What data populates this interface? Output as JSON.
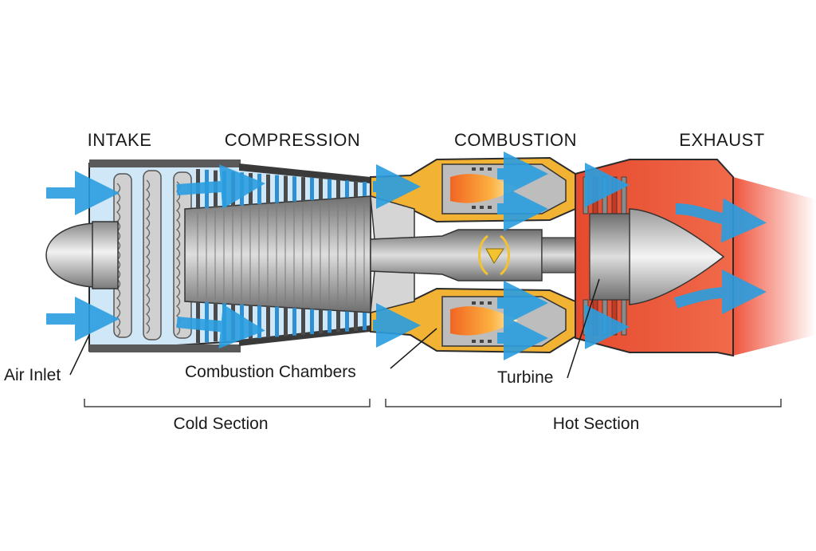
{
  "stages": {
    "intake": "INTAKE",
    "compression": "COMPRESSION",
    "combustion": "COMBUSTION",
    "exhaust": "EXHAUST"
  },
  "parts": {
    "air_inlet": "Air Inlet",
    "combustion_chambers": "Combustion Chambers",
    "turbine": "Turbine"
  },
  "sections": {
    "cold": "Cold Section",
    "hot": "Hot Section"
  },
  "colors": {
    "cold_air": "#cfe7f7",
    "airflow_arrow": "#2a9ee0",
    "combustor_casing": "#f2b233",
    "exhaust_hot": "#e8442c",
    "metal": "#a7a7a7",
    "flame": "#f7941d"
  }
}
